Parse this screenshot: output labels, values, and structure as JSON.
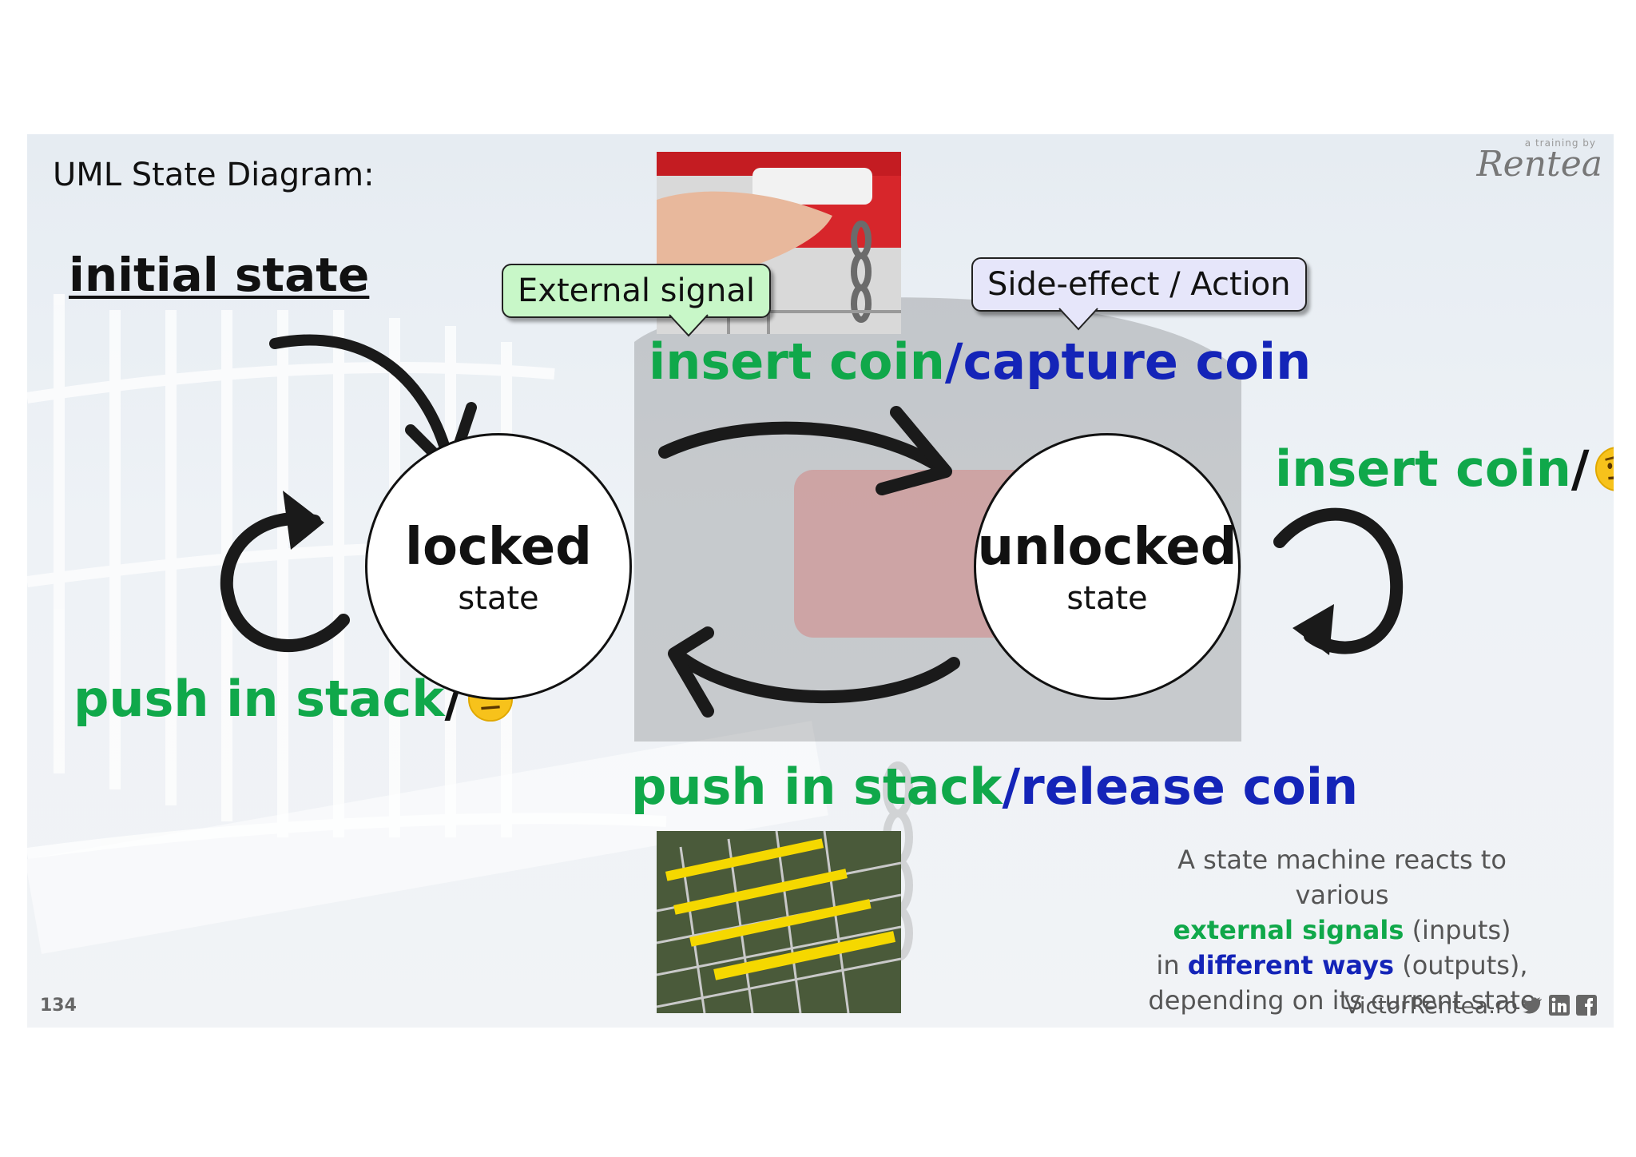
{
  "slide": {
    "title": "UML State Diagram:",
    "initial_state_label": "initial state",
    "brand_tagline": "a training by",
    "brand_signature": "Rentea",
    "page_number": "134",
    "website": "VictorRentea.ro",
    "social_icons": [
      "twitter-icon",
      "linkedin-icon",
      "facebook-icon"
    ]
  },
  "callouts": {
    "external_signal": "External signal",
    "side_effect": "Side-effect / Action"
  },
  "states": {
    "locked": {
      "name": "locked",
      "sub": "state"
    },
    "unlocked": {
      "name": "unlocked",
      "sub": "state"
    }
  },
  "transitions": {
    "locked_to_unlocked": {
      "signal": "insert coin",
      "separator": "/",
      "action": "capture coin"
    },
    "unlocked_to_locked": {
      "signal": "push in stack",
      "separator": "/",
      "action": "release coin"
    },
    "locked_self": {
      "signal": "push in stack",
      "separator": "/",
      "action_icon": "raised-eyebrow-emoji-icon"
    },
    "unlocked_self": {
      "signal": "insert coin",
      "separator": "/",
      "action_icon": "raised-eyebrow-emoji-icon"
    }
  },
  "summary": {
    "line1": "A state machine reacts to various",
    "signals_highlight": "external signals",
    "signals_rest": " (inputs)",
    "in_prefix": "in ",
    "ways_highlight": "different ways",
    "ways_rest": " (outputs),",
    "line4": "depending on its current state"
  },
  "colors": {
    "signal": "#10a84a",
    "action": "#1424b8",
    "callout_signal_bg": "#c8f7c8",
    "callout_action_bg": "#e6e6fa"
  }
}
